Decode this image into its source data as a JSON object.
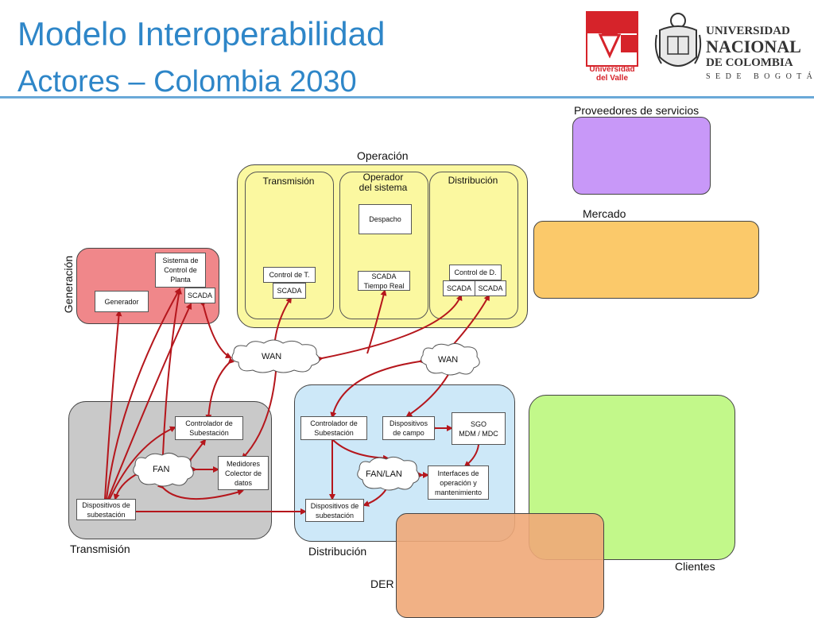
{
  "header": {
    "title": "Modelo Interoperabilidad",
    "subtitle": "Actores – Colombia 2030"
  },
  "logos": {
    "univalle": {
      "line1": "Universidad",
      "line2": "del Valle",
      "color": "#d6232a"
    },
    "unal": {
      "line1": "UNIVERSIDAD",
      "line2": "NACIONAL",
      "line3": "DE COLOMBIA",
      "line4": "S E D E   B O G O T Á"
    }
  },
  "domains": {
    "operacion": {
      "label": "Operación",
      "color": "#fbf8a0"
    },
    "generacion": {
      "label": "Generación",
      "color": "#f0878a"
    },
    "transmision": {
      "label": "Transmisión",
      "color": "#c9c9c9"
    },
    "distribucion": {
      "label": "Distribución",
      "color": "#cde8f8"
    },
    "proveedores": {
      "label": "Proveedores de servicios",
      "color": "#c898f8"
    },
    "mercado": {
      "label": "Mercado",
      "color": "#fbc96a"
    },
    "clientes": {
      "label": "Clientes",
      "color": "#c2f88a"
    },
    "der": {
      "label": "DER",
      "color": "#f0a878"
    }
  },
  "operacion_columns": {
    "transmision": "Transmisión",
    "operador": "Operador\ndel sistema",
    "distribucion": "Distribución"
  },
  "components": {
    "despacho": "Despacho",
    "control_t": "Control de T.",
    "scada_t": "SCADA",
    "scada_tr": "SCADA\nTiempo Real",
    "control_d": "Control de D.",
    "scada_d1": "SCADA",
    "scada_d2": "SCADA",
    "sistema_control": "Sistema de\nControl de\nPlanta",
    "generador": "Generador",
    "scada_gen": "SCADA",
    "wan1": "WAN",
    "wan2": "WAN",
    "ctrl_sub_t": "Controlador de\nSubestación",
    "medidores": "Medidores\nColector de\ndatos",
    "fan": "FAN",
    "disp_sub_t": "Dispositivos de\nsubestación",
    "ctrl_sub_d": "Controlador de\nSubestación",
    "disp_campo": "Dispositivos\nde campo",
    "sgo": "SGO\nMDM / MDC",
    "fanlan": "FAN/LAN",
    "interfaces": "Interfaces de\noperación y\nmantenimiento",
    "disp_sub_d": "Dispositivos de\nsubestación"
  },
  "link_color": "#b5161c"
}
